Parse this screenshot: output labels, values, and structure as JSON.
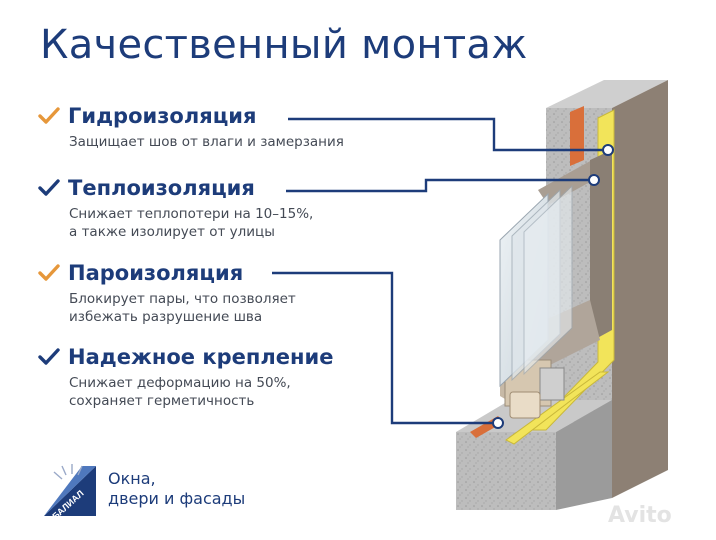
{
  "title": "Качественный монтаж",
  "features": [
    {
      "title": "Гидроизоляция",
      "desc": [
        "Защищает шов от влаги и замерзания"
      ],
      "check_color": "#e6973a"
    },
    {
      "title": "Теплоизоляция",
      "desc": [
        "Снижает теплопотери на 10–15%,",
        "а также изолирует от улицы"
      ],
      "check_color": "#1d3c7a"
    },
    {
      "title": "Пароизоляция",
      "desc": [
        "Блокирует пары, что позволяет",
        "избежать разрушение шва"
      ],
      "check_color": "#e6973a"
    },
    {
      "title": "Надежное крепление",
      "desc": [
        "Снижает деформацию на 50%,",
        "сохраняет герметичность"
      ],
      "check_color": "#1d3c7a"
    }
  ],
  "brand": {
    "logo_text": "БАЛИАЛ",
    "tagline": [
      "Окна,",
      "двери и фасады"
    ]
  },
  "watermark": "Avito",
  "colors": {
    "primary": "#1d3c7a",
    "accent": "#e6973a",
    "wall": "#b9b9b9",
    "sealant_yellow": "#f2e45a",
    "sealant_orange": "#d96f3a",
    "frame": "#8a7f74"
  }
}
